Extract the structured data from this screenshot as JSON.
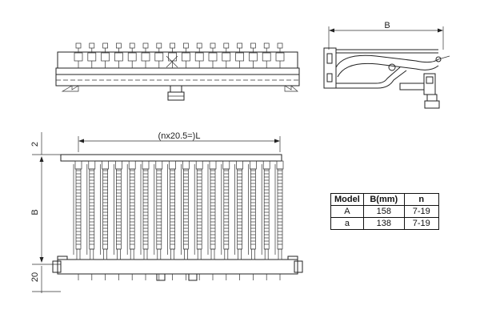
{
  "dimensions": {
    "top_right_width": "B",
    "pitch_formula": "(nx20.5=)L",
    "left_height": "B",
    "top_margin": "2",
    "bottom_margin": "20"
  },
  "spec_table": {
    "headers": [
      "Model",
      "B(mm)",
      "n"
    ],
    "rows": [
      [
        "A",
        "158",
        "7-19"
      ],
      [
        "a",
        "138",
        "7-19"
      ]
    ]
  },
  "strips": {
    "count_top": 16,
    "count_bottom": 16
  }
}
